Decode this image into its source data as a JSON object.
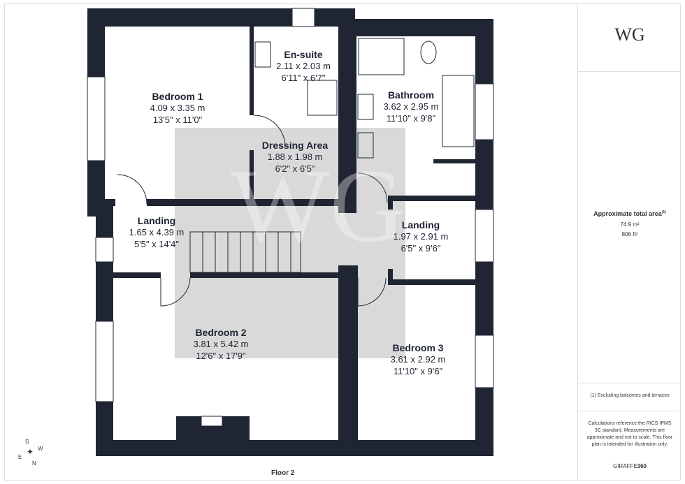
{
  "logo": "WG",
  "rooms": [
    {
      "name": "Bedroom 1",
      "metric": "4.09 x 3.35 m",
      "imperial": "13'5\" x 11'0\""
    },
    {
      "name": "En-suite",
      "metric": "2.11 x 2.03 m",
      "imperial": "6'11\" x 6'7\""
    },
    {
      "name": "Bathroom",
      "metric": "3.62 x 2.95 m",
      "imperial": "11'10\" x 9'8\""
    },
    {
      "name": "Dressing Area",
      "metric": "1.88 x 1.98 m",
      "imperial": "6'2\" x 6'5\""
    },
    {
      "name": "Landing",
      "metric": "1.65 x 4.39 m",
      "imperial": "5'5\" x 14'4\""
    },
    {
      "name": "Landing",
      "metric": "1.97 x 2.91 m",
      "imperial": "6'5\" x 9'6\""
    },
    {
      "name": "Bedroom 2",
      "metric": "3.81 x 5.42 m",
      "imperial": "12'6\" x 17'9\""
    },
    {
      "name": "Bedroom 3",
      "metric": "3.61 x 2.92 m",
      "imperial": "11'10\" x 9'6\""
    }
  ],
  "floor_label": "Floor 2",
  "compass": {
    "s": "S",
    "w": "W",
    "e": "E",
    "n": "N"
  },
  "panel": {
    "area_title": "Approximate total area",
    "area_note_mark": "(1)",
    "area_m2": "74.9 m²",
    "area_ft2": "806 ft²",
    "footnote": "(1) Excluding balconies and terraces",
    "disclaimer": "Calculations reference the RICS IPMS 3C standard. Measurements are approximate and not to scale. This floor plan is intended for illustration only.",
    "brand_a": "GIRAFFE",
    "brand_b": "360"
  },
  "colors": {
    "wall": "#1f2533",
    "highlight": "#d9d9d9"
  }
}
